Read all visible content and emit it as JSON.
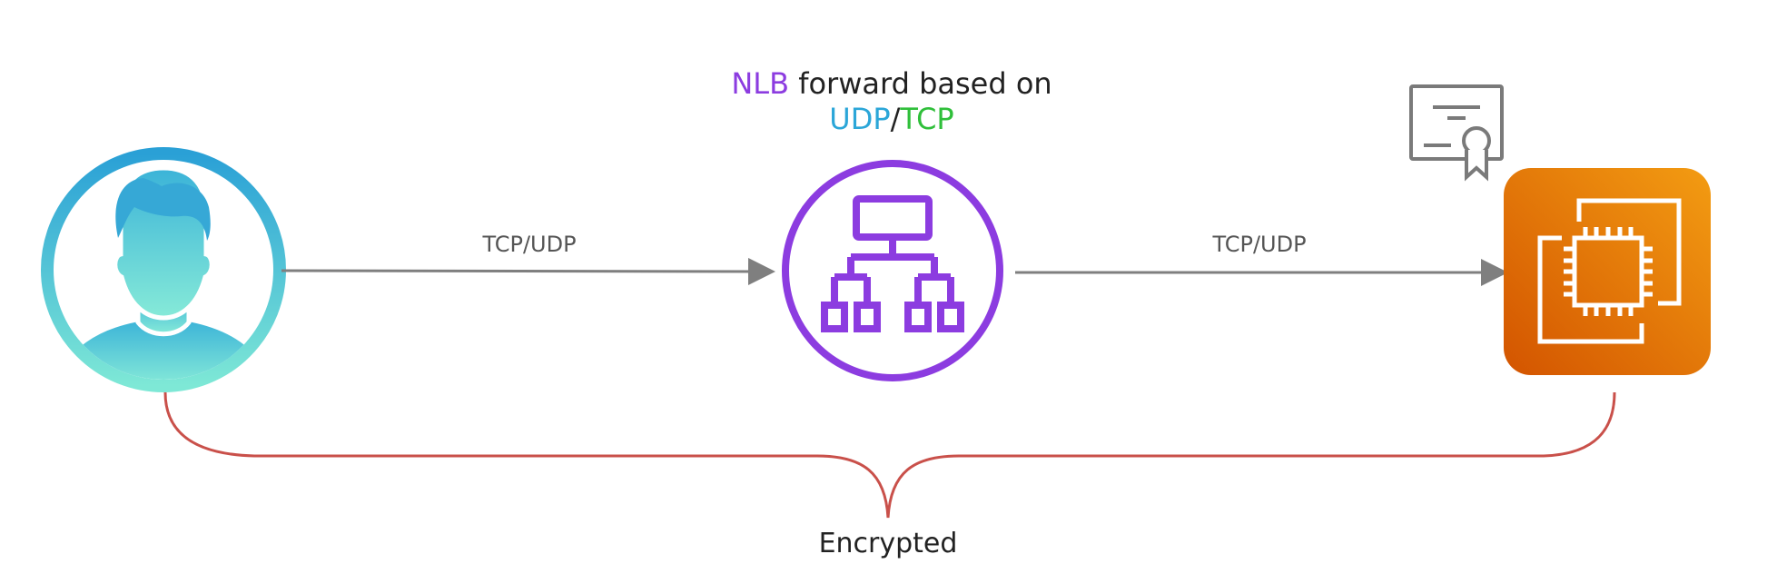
{
  "title": {
    "nlb": "NLB",
    "rest": " forward based on",
    "udp": "UDP",
    "slash": "/",
    "tcp": "TCP"
  },
  "left_edge_label": "TCP/UDP",
  "right_edge_label": "TCP/UDP",
  "brace_label": "Encrypted",
  "nodes": {
    "client": {
      "icon": "user-icon"
    },
    "nlb": {
      "icon": "network-load-balancer-icon"
    },
    "target": {
      "icon": "ec2-instance-icon"
    },
    "certificate": {
      "icon": "certificate-icon"
    }
  },
  "colors": {
    "nlb_purple": "#8c3ce0",
    "udp_blue": "#2ba6d8",
    "tcp_green": "#2fbf3a",
    "arrow_gray": "#7f7f7f",
    "brace_red": "#c9504a",
    "ec2_orange_light": "#f39c12",
    "ec2_orange_dark": "#d35400",
    "user_teal_light": "#7ee8d6",
    "user_blue": "#2aa0d6"
  }
}
